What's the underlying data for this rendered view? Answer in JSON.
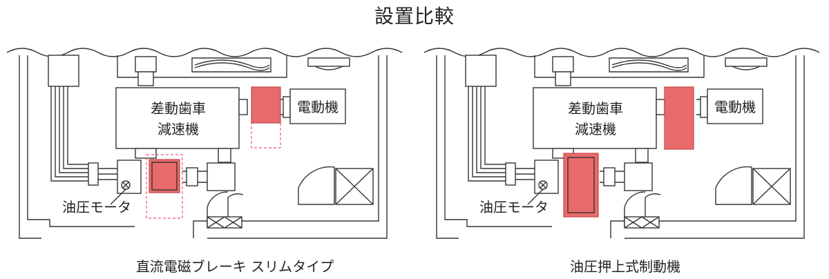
{
  "title": "設置比較",
  "panels": [
    {
      "caption": "直流電磁ブレーキ スリムタイプ",
      "gear_label_line1": "差動歯車",
      "gear_label_line2": "減速機",
      "motor_label": "電動機",
      "hydraulic_label": "油圧モータ"
    },
    {
      "caption": "油圧押上式制動機",
      "gear_label_line1": "差動歯車",
      "gear_label_line2": "減速機",
      "motor_label": "電動機",
      "hydraulic_label": "油圧モータ"
    }
  ],
  "colors": {
    "highlight": "#e96a6a",
    "dashed_outline": "#e5557a",
    "line": "#333333"
  }
}
